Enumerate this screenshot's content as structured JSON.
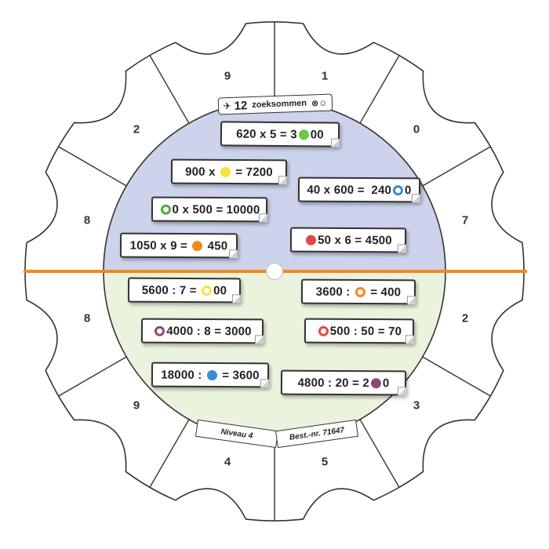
{
  "header": {
    "count": "12",
    "title": "zoeksommen",
    "face_icons": "⊗☺"
  },
  "footer": {
    "level": "Niveau 4",
    "order_number": "Best.-nr. 71647"
  },
  "outer_numbers": {
    "top_left": "9",
    "top_right": "1",
    "upper_right": "0",
    "right_upper": "7",
    "right_lower": "2",
    "lower_right": "3",
    "bottom_right": "5",
    "bottom_left": "4",
    "lower_left": "9",
    "left_lower": "8",
    "left_upper": "8",
    "upper_left": "2"
  },
  "cards": [
    {
      "id": "c1",
      "pre": "620 x 5 = 3",
      "post": "00",
      "marker": "dot",
      "color": "#66cc44"
    },
    {
      "id": "c2",
      "pre": "900 x ",
      "post": " = 7200",
      "marker": "dot",
      "color": "#f2e63a"
    },
    {
      "id": "c3",
      "pre": "40 x 600 =  240",
      "post": "0",
      "marker": "ring",
      "color": "#3a8ad6"
    },
    {
      "id": "c4",
      "pre": "",
      "post": "0 x 500 = 10000",
      "marker": "ring",
      "color": "#4caf38"
    },
    {
      "id": "c5",
      "pre": "1050 x 9 = ",
      "post": " 450",
      "marker": "dot",
      "color": "#f08a1c"
    },
    {
      "id": "c6",
      "pre": "",
      "post": "50 x 6 = 4500",
      "marker": "dot",
      "color": "#e04848"
    },
    {
      "id": "c7",
      "pre": "5600 : 7 = ",
      "post": "00",
      "marker": "ring",
      "color": "#f2e63a"
    },
    {
      "id": "c8",
      "pre": "3600 : ",
      "post": " = 400",
      "marker": "ring",
      "color": "#f08a1c"
    },
    {
      "id": "c9",
      "pre": "",
      "post": "4000 : 8 = 3000",
      "marker": "ring",
      "color": "#8a4a7a"
    },
    {
      "id": "c10",
      "pre": "",
      "post": "500 : 50 = 70",
      "marker": "ring",
      "color": "#e04848"
    },
    {
      "id": "c11",
      "pre": "18000 : ",
      "post": " = 3600",
      "marker": "dot",
      "color": "#3a8ad6"
    },
    {
      "id": "c12",
      "pre": "4800 : 20 = 2",
      "post": "0",
      "marker": "dot",
      "color": "#8a4a7a"
    }
  ],
  "colors": {
    "upper_half": "#ccd3ea",
    "lower_half": "#eaf3dd",
    "divider": "#f08a1c",
    "outline": "#333333"
  }
}
